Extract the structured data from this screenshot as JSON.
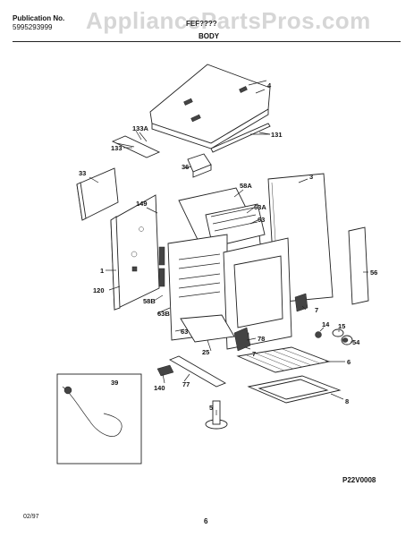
{
  "header": {
    "publication_label": "Publication No.",
    "publication_number": "5995293999",
    "model": "FEF????",
    "section": "BODY",
    "watermark": "AppliancePartsPros.com"
  },
  "parts": [
    {
      "id": "p4",
      "label": "4"
    },
    {
      "id": "p133A",
      "label": "133A"
    },
    {
      "id": "p133",
      "label": "133"
    },
    {
      "id": "p131",
      "label": "131"
    },
    {
      "id": "p33",
      "label": "33"
    },
    {
      "id": "p36",
      "label": "36"
    },
    {
      "id": "p58A",
      "label": "58A"
    },
    {
      "id": "p3",
      "label": "3"
    },
    {
      "id": "p149",
      "label": "149"
    },
    {
      "id": "p63A",
      "label": "63A"
    },
    {
      "id": "p63",
      "label": "63"
    },
    {
      "id": "p1",
      "label": "1"
    },
    {
      "id": "p56",
      "label": "56"
    },
    {
      "id": "p120",
      "label": "120"
    },
    {
      "id": "p58B",
      "label": "58B"
    },
    {
      "id": "p63B",
      "label": "63B"
    },
    {
      "id": "p7a",
      "label": "7"
    },
    {
      "id": "p14",
      "label": "14"
    },
    {
      "id": "p15",
      "label": "15"
    },
    {
      "id": "p63c",
      "label": "63"
    },
    {
      "id": "p78",
      "label": "78"
    },
    {
      "id": "p54",
      "label": "54"
    },
    {
      "id": "p25",
      "label": "25"
    },
    {
      "id": "p7b",
      "label": "7"
    },
    {
      "id": "p6",
      "label": "6"
    },
    {
      "id": "p39",
      "label": "39"
    },
    {
      "id": "p140",
      "label": "140"
    },
    {
      "id": "p77",
      "label": "77"
    },
    {
      "id": "p8",
      "label": "8"
    },
    {
      "id": "p5",
      "label": "5"
    }
  ],
  "footer": {
    "diagram_code": "P22V0008",
    "date": "02/97",
    "page": "6"
  }
}
